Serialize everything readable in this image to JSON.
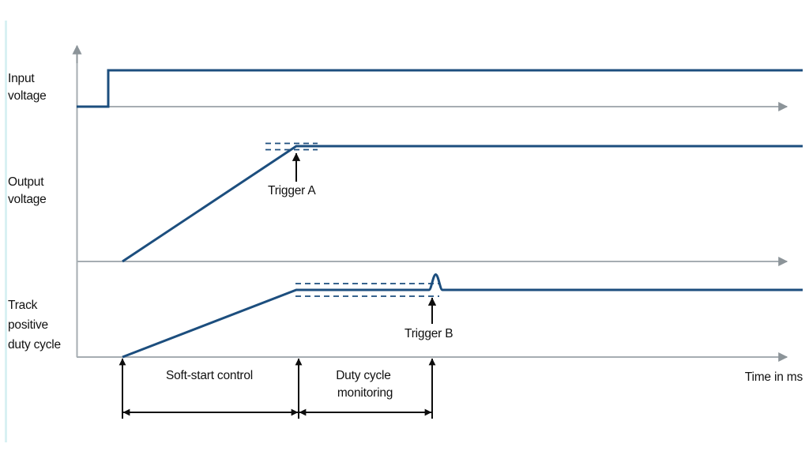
{
  "figure": {
    "type": "timing-diagram",
    "background_color": "#ffffff",
    "accent_rule_color": "#d8f0f2",
    "signal_color": "#1c4e7e",
    "axis_color": "#a6adb2",
    "annotation_color": "#111111"
  },
  "signals": [
    {
      "id": "input-voltage",
      "label_lines": [
        "Input",
        "voltage"
      ],
      "label": "Input voltage",
      "waveform": "step"
    },
    {
      "id": "output-voltage",
      "label_lines": [
        "Output",
        "voltage"
      ],
      "label": "Output voltage",
      "waveform": "ramp-to-plateau"
    },
    {
      "id": "track-positive-duty-cycle",
      "label_lines": [
        "Track",
        "positive",
        "duty cycle"
      ],
      "label": "Track positive duty cycle",
      "waveform": "ramp-to-plateau-with-pulse"
    }
  ],
  "annotations": {
    "trigger_a": "Trigger A",
    "trigger_b": "Trigger B"
  },
  "phases": [
    {
      "id": "soft-start-control",
      "label_lines": [
        "Soft-start control"
      ],
      "label": "Soft-start control"
    },
    {
      "id": "duty-cycle-monitoring",
      "label_lines": [
        "Duty cycle",
        "monitoring"
      ],
      "label": "Duty cycle monitoring"
    }
  ],
  "axes": {
    "x_axis_label": "Time in ms"
  },
  "chart_data": {
    "type": "line",
    "title": "",
    "xlabel": "Time in ms",
    "ylabel": "",
    "legend": [],
    "grid": false,
    "panels": [
      {
        "name": "Input voltage",
        "series": [
          {
            "name": "Input voltage",
            "points": [
              [
                0,
                0
              ],
              [
                0.07,
                0
              ],
              [
                0.07,
                1
              ],
              [
                1.0,
                1
              ]
            ]
          }
        ],
        "annotations": []
      },
      {
        "name": "Output voltage",
        "series": [
          {
            "name": "Output voltage",
            "points": [
              [
                0.0,
                0
              ],
              [
                0.063,
                0
              ],
              [
                0.305,
                1.0
              ],
              [
                1.0,
                1.0
              ]
            ]
          }
        ],
        "thresholds": [
          {
            "name": "upper-band",
            "value": 1.03,
            "style": "dashed"
          },
          {
            "name": "lower-band",
            "value": 0.97,
            "style": "dashed"
          }
        ],
        "annotations": [
          {
            "label": "Trigger A",
            "x": 0.305,
            "y": 1.0
          }
        ]
      },
      {
        "name": "Track positive duty cycle",
        "series": [
          {
            "name": "Track positive duty cycle",
            "points": [
              [
                0.0,
                0
              ],
              [
                0.063,
                0
              ],
              [
                0.305,
                1.0
              ],
              [
                0.497,
                1.0
              ],
              [
                0.503,
                1.25
              ],
              [
                0.51,
                1.0
              ],
              [
                1.0,
                1.0
              ]
            ]
          }
        ],
        "thresholds": [
          {
            "name": "upper-band",
            "value": 1.1,
            "style": "dashed"
          },
          {
            "name": "lower-band",
            "value": 0.9,
            "style": "dashed"
          }
        ],
        "annotations": [
          {
            "label": "Trigger B",
            "x": 0.497,
            "y": 0.9
          }
        ]
      }
    ],
    "phase_markers": [
      {
        "label": "Soft-start control",
        "x_start": 0.063,
        "x_end": 0.308
      },
      {
        "label": "Duty cycle monitoring",
        "x_start": 0.308,
        "x_end": 0.494
      }
    ]
  }
}
